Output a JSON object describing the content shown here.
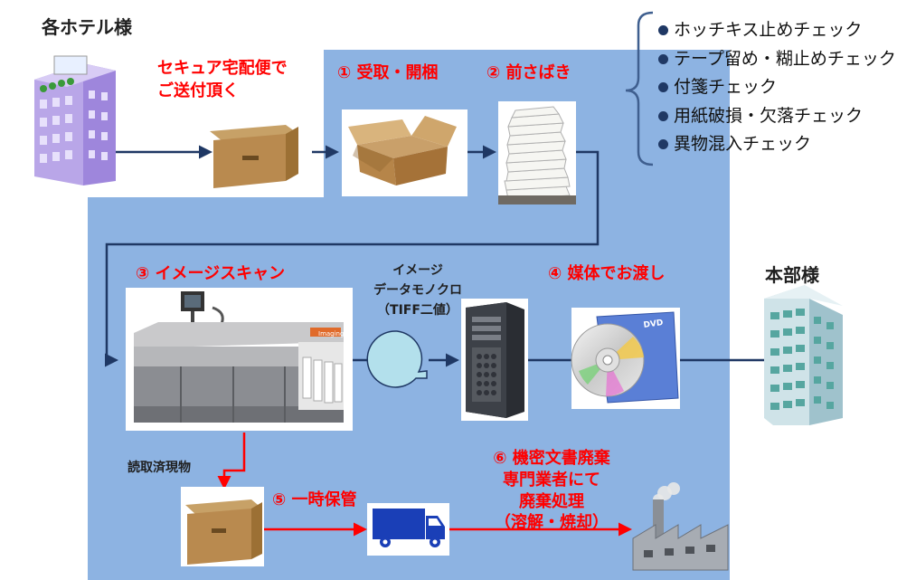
{
  "hotels_label": "各ホテル様",
  "secure_delivery": [
    "セキュア宅配便で",
    "ご送付頂く"
  ],
  "step1": "① 受取・開梱",
  "step2": "② 前さばき",
  "checks": [
    "ホッチキス止めチェック",
    "テープ留め・糊止めチェック",
    "付箋チェック",
    "用紙破損・欠落チェック",
    "異物混入チェック"
  ],
  "step3": "③ イメージスキャン",
  "image_data": [
    "イメージ",
    "データモノクロ",
    "（TIFF二値）"
  ],
  "step4": "④ 媒体でお渡し",
  "hq_label": "本部様",
  "scanned_items": "読取済現物",
  "step5": "⑤ 一時保管",
  "step6": [
    "⑥ 機密文書廃棄",
    "専門業者にて",
    "廃棄処理",
    "（溶解・焼却）"
  ],
  "scanner_brand": "Imaging",
  "dvd_text": "DVD",
  "colors": {
    "panel": "#8db3e2",
    "arrow": "#1f3864",
    "red": "#ff0000"
  }
}
